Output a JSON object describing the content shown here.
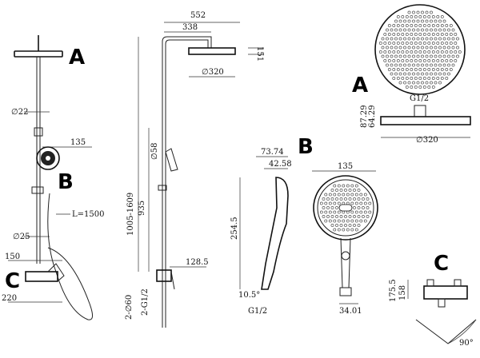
{
  "labels": {
    "a": "A",
    "b": "B",
    "c": "C"
  },
  "left": {
    "pipe_diameter": "∅22",
    "head_diameter": "135",
    "hose_length": "L=1500",
    "lower_diameter": "∅25",
    "mixer_width": "150",
    "mixer_depth": "220"
  },
  "middle": {
    "total_width": "552",
    "arm_length": "338",
    "head_height": "151",
    "head_diameter": "∅320",
    "height_range": "1005-1609",
    "lower_height": "935",
    "slider_diameter": "∅58",
    "mixer_projection": "128.5",
    "inlet_diameter": "2-∅60",
    "inlet_thread": "2-G1/2"
  },
  "head_a": {
    "thread": "G1/2",
    "diameter": "∅320",
    "height_1": "87.29",
    "height_2": "64.29"
  },
  "hand_b": {
    "width": "73.74",
    "depth": "42.58",
    "length": "254.5",
    "angle": "10.5°",
    "thread": "G1/2",
    "face_diameter": "135",
    "handle_diameter": "34.01"
  },
  "mixer_c": {
    "center": "158",
    "height": "175.5",
    "angle": "90°"
  }
}
